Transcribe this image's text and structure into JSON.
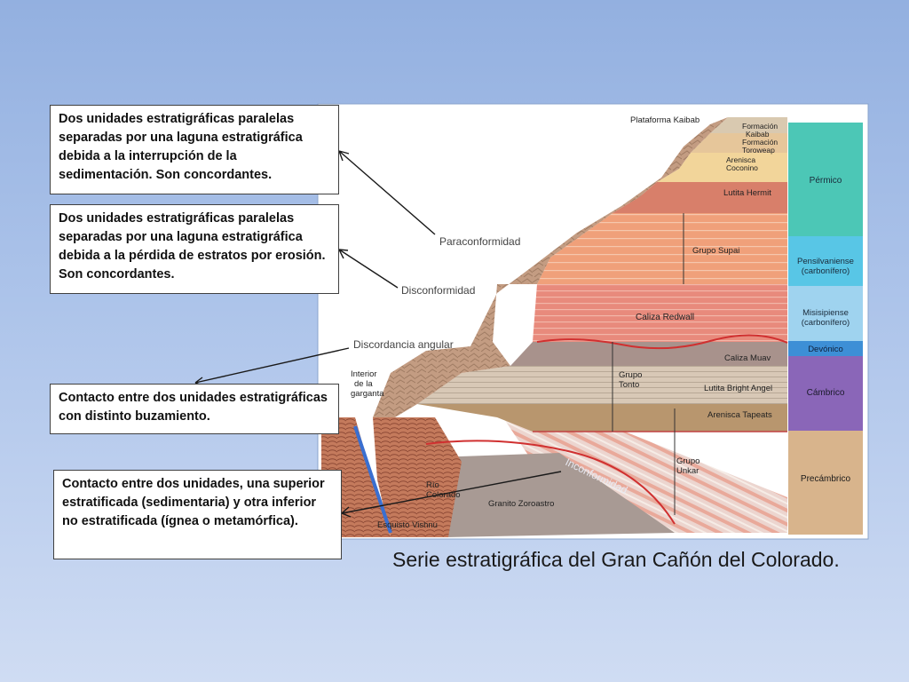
{
  "boxes": [
    "Dos unidades estratigráficas paralelas separadas por una laguna estratigráfica debida a la interrupción de la sedimentación. Son concordantes.",
    "Dos unidades estratigráficas paralelas separadas por una laguna estratigráfica debida a la pérdida de estratos por erosión. Son concordantes.",
    "Contacto entre dos unidades estratigráficas con distinto buzamiento.",
    "Contacto entre dos unidades, una superior estratificada (sedimentaria) y otra inferior no estratificada (ígnea o metamórfica)."
  ],
  "caption": "Serie estratigráfica del Gran Cañón del Colorado.",
  "diagram": {
    "labels": {
      "plataforma": "Plataforma Kaibab",
      "formacion_kaibab": "Formación\nKaibab",
      "formacion_toroweap": "Formación\nToroweap",
      "arenisca_coconino": "Arenisca\nCoconino",
      "lutita_hermit": "Lutita Hermit",
      "grupo_supai": "Grupo Supai",
      "caliza_redwall": "Caliza Redwall",
      "caliza_muav": "Caliza Muav",
      "lutita_bright_angel": "Lutita Bright Angel",
      "arenisca_tapeats": "Arenisca Tapeats",
      "grupo_tonto": "Grupo\nTonto",
      "grupo_unkar": "Grupo\nUnkar",
      "granito_zoroastro": "Granito Zoroastro",
      "esquisto_vishnu": "Esquisto Vishnu",
      "rio_colorado": "Río\nColorado",
      "interior_garganta": "Interior\nde la\ngarganta",
      "paraconformidad": "Paraconformidad",
      "disconformidad": "Disconformidad",
      "discordancia": "Discordancia angular",
      "inconformidad": "Inconformidad"
    },
    "periods": [
      "Pérmico",
      "Pensilvaniense\n(carbonífero)",
      "Misisipiense\n(carbonífero)",
      "Devónico",
      "Cámbrico",
      "Precámbrico"
    ],
    "period_colors": [
      "#4cc7b6",
      "#58c6e6",
      "#9fd3ef",
      "#3d8fd6",
      "#8a66b8",
      "#d8b48c"
    ]
  }
}
